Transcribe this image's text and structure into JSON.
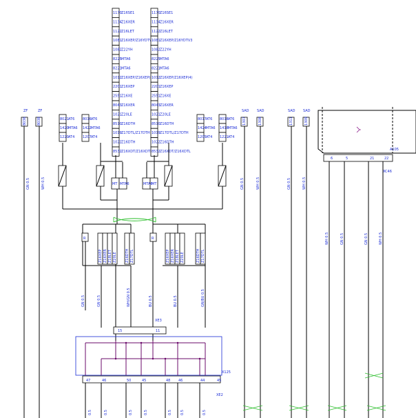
{
  "top_left_stack": [
    "1170",
    "1134",
    "1122",
    "1081",
    "1082",
    "8225",
    "8221",
    "1012",
    "2201",
    "2551",
    "8043",
    "1021",
    "8510",
    "1019",
    "1022",
    "8532"
  ],
  "top_left_stack_labels": [
    "Z16SE1",
    "Z16XER",
    "Z16LET",
    "Z16XEP/Z16YDTV3",
    "Z22YH",
    "MTA6",
    "MTA6",
    "Z16XEP/Z16XEP(4)",
    "Z16XEP",
    "Z16XE",
    "Z16XER",
    "Z20LE",
    "Z16DTH",
    "Z17DTL/Z17DTH",
    "Z16DTH",
    "Z16XDT/Z16XDTL"
  ],
  "top_right_stack": [
    "1170",
    "1134",
    "1122",
    "1081",
    "1082",
    "8225",
    "8221",
    "1012",
    "2201",
    "2551",
    "8043",
    "1021",
    "8510",
    "1019",
    "1022",
    "8532"
  ],
  "top_right_stack_labels": [
    "Z16SE1",
    "Z16XER",
    "Z16LET",
    "Z16XEP/Z16YDTV3",
    "Z22YH",
    "MTA6",
    "MTA6",
    "Z16XEP/Z16XEP(4)",
    "Z16XEP",
    "Z16XE",
    "Z16XER",
    "Z20LE",
    "Z16DTH",
    "Z17DTL/Z17DTH",
    "Z16DTH",
    "Z16XDT/Z16XDTL"
  ],
  "left_small_a": {
    "codes": [
      "8021",
      "1420",
      "1220"
    ],
    "labels": [
      "AT6",
      "MTA6",
      "AT4"
    ]
  },
  "left_small_b": {
    "codes": [
      "8016",
      "1422",
      "1207"
    ],
    "labels": [
      "AT6",
      "MTA6",
      "AT4"
    ]
  },
  "right_small_a": {
    "codes": [
      "8017",
      "1424",
      "1205"
    ],
    "labels": [
      "AT6",
      "MTA6",
      "AT4"
    ]
  },
  "right_small_b": {
    "codes": [
      "8018",
      "1418",
      "1221"
    ],
    "labels": [
      "AT6",
      "MTA6",
      "AT4"
    ]
  },
  "zf_headers": [
    "ZF",
    "ZF"
  ],
  "zf_codes": [
    "8036",
    "8038"
  ],
  "zf_wires": [
    "GN 0.5",
    "WH 0.5"
  ],
  "sad_headers": [
    "SAD",
    "SAD",
    "SAD",
    "SAD"
  ],
  "sad_codes": [
    "1307",
    "1308",
    "1311",
    "1309"
  ],
  "sad_wires": [
    "GN 0.5",
    "WH 0.5",
    "GN 0.5",
    "WH 0.5"
  ],
  "mt_labels": [
    "MT",
    "MTA6",
    "MTA6",
    "MT"
  ],
  "r_label": "R",
  "left_block_codes": [
    "Z16XEP",
    "Z16XER",
    "Z18LET",
    "Z20LE",
    "Z16DTH",
    "Z17DTL"
  ],
  "right_block_codes": [
    "Z16XEP",
    "Z16XER",
    "Z18LET",
    "Z20LE",
    "Z16DTH",
    "Z17DTL"
  ],
  "mid_wires_left": [
    "GN 0.5",
    "GN 0.5",
    "WH/GN 0.5"
  ],
  "mid_wires_right": [
    "BU 0.5",
    "BU 0.5",
    "GN/BU 0.5"
  ],
  "xe3": {
    "label": "XE3",
    "pins": [
      "15",
      "11"
    ]
  },
  "x125": {
    "label": "X125",
    "pins": [
      "47",
      "46",
      "50",
      "45",
      "48",
      "46",
      "44",
      "45"
    ]
  },
  "xe2": {
    "label": "XE2"
  },
  "a105": {
    "label": "A105",
    "pins": [
      "6",
      "5",
      "21",
      "22"
    ]
  },
  "xc46": {
    "label": "XC46"
  },
  "right_wires": [
    "WH 0.5",
    "GN 0.5",
    "GN 0.5",
    "WH 0.5"
  ],
  "bottom_wire_labels": [
    "0.5",
    "0.5",
    "0.5",
    "0.5",
    "0.5",
    "0.5",
    "0.5"
  ]
}
